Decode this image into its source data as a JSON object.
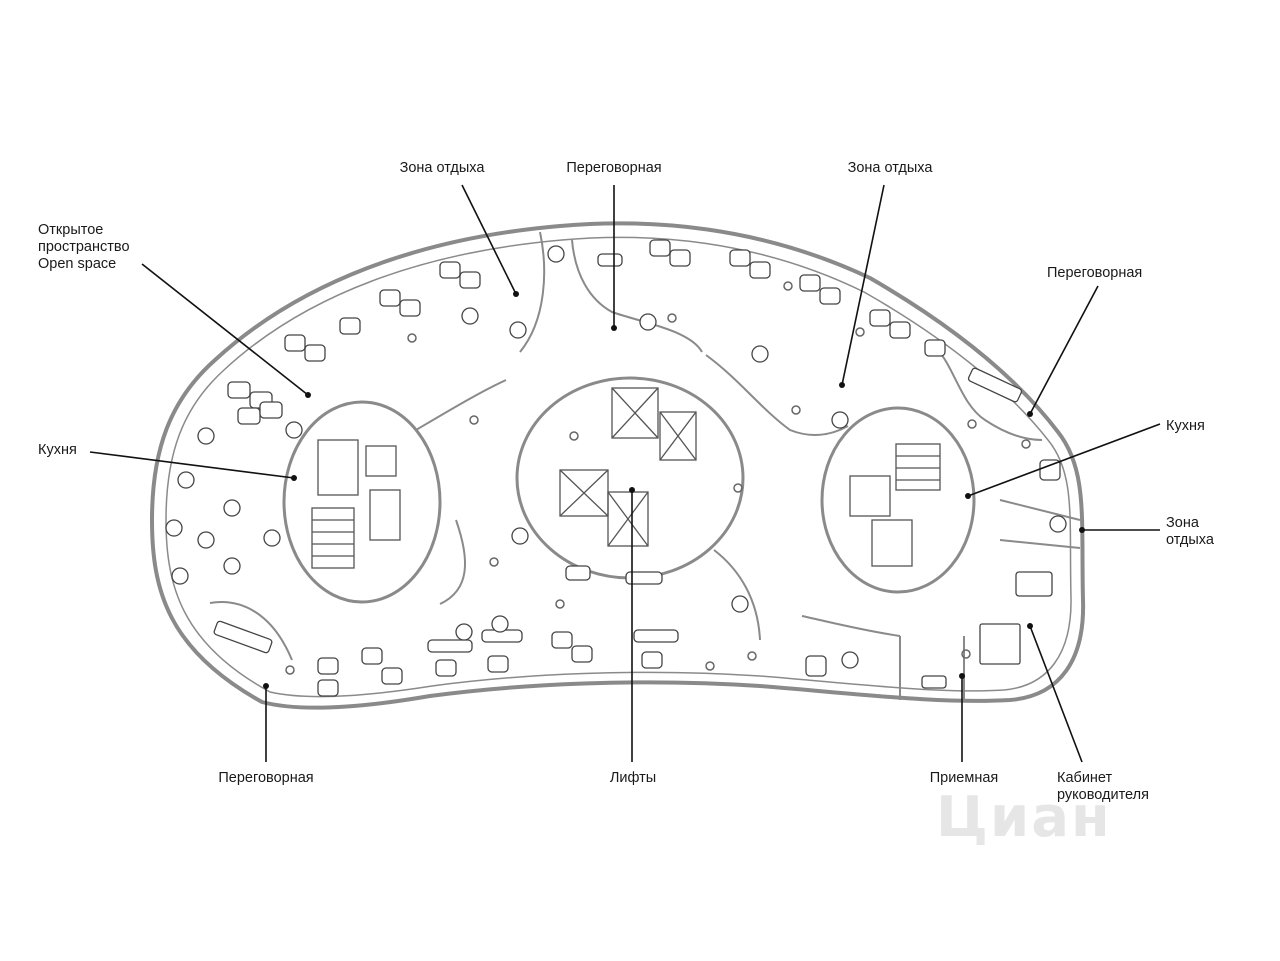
{
  "labels": {
    "open_space_1": "Открытое",
    "open_space_2": "пространство",
    "open_space_3": "Open space",
    "rest_zone_left": "Зона отдыха",
    "meeting_top": "Переговорная",
    "rest_zone_top_right": "Зона отдыха",
    "meeting_right": "Переговорная",
    "kitchen_left": "Кухня",
    "kitchen_right": "Кухня",
    "rest_zone_right_1": "Зона",
    "rest_zone_right_2": "отдыха",
    "meeting_bottom": "Переговорная",
    "elevators": "Лифты",
    "reception": "Приемная",
    "head_office_1": "Кабинет",
    "head_office_2": "руководителя"
  },
  "watermark": "Циан",
  "colors": {
    "wall": "#8a8a8a",
    "line": "#111111",
    "furniture": "#444444"
  }
}
